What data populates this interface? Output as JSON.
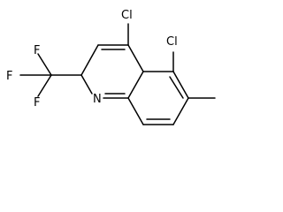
{
  "molecule": {
    "atoms": {
      "cl4": "Cl",
      "cl5": "Cl",
      "f1": "F",
      "f2": "F",
      "f3": "F",
      "n1": "N"
    }
  },
  "colors": {
    "bond": "#000000",
    "label": "#000000",
    "background": "#ffffff"
  }
}
